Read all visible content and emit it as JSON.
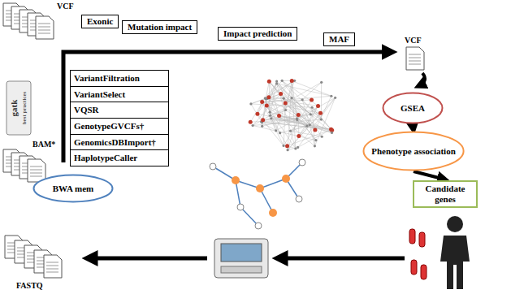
{
  "diagram": {
    "nodes": [
      {
        "text": [
          "Exonic"
        ]
      },
      {
        "text": [
          "Mutation impact"
        ]
      },
      {
        "text": [
          "Impact prediction"
        ]
      },
      {
        "text": [
          "MAF"
        ]
      },
      {
        "text": [
          "VariantFiltration",
          "VariantSelect",
          "VQSR",
          "GenotypeGVCFs†",
          "GenomicsDBImport†",
          "HaplotypeCaller"
        ]
      },
      {
        "text": [
          "BWA mem"
        ]
      },
      {
        "text": [
          "GSEA"
        ]
      },
      {
        "text": [
          "Phenotype association"
        ]
      },
      {
        "text": [
          "Candidate genes"
        ]
      }
    ],
    "edges": [
      {
        "from": 6,
        "to": 7,
        "arrow": "to"
      },
      {
        "from": 7,
        "to": 8,
        "arrow": "to"
      }
    ],
    "labels": [
      "VCF",
      "VCF",
      "BAM*",
      "FASTQ",
      "gatk",
      "best practices"
    ]
  }
}
